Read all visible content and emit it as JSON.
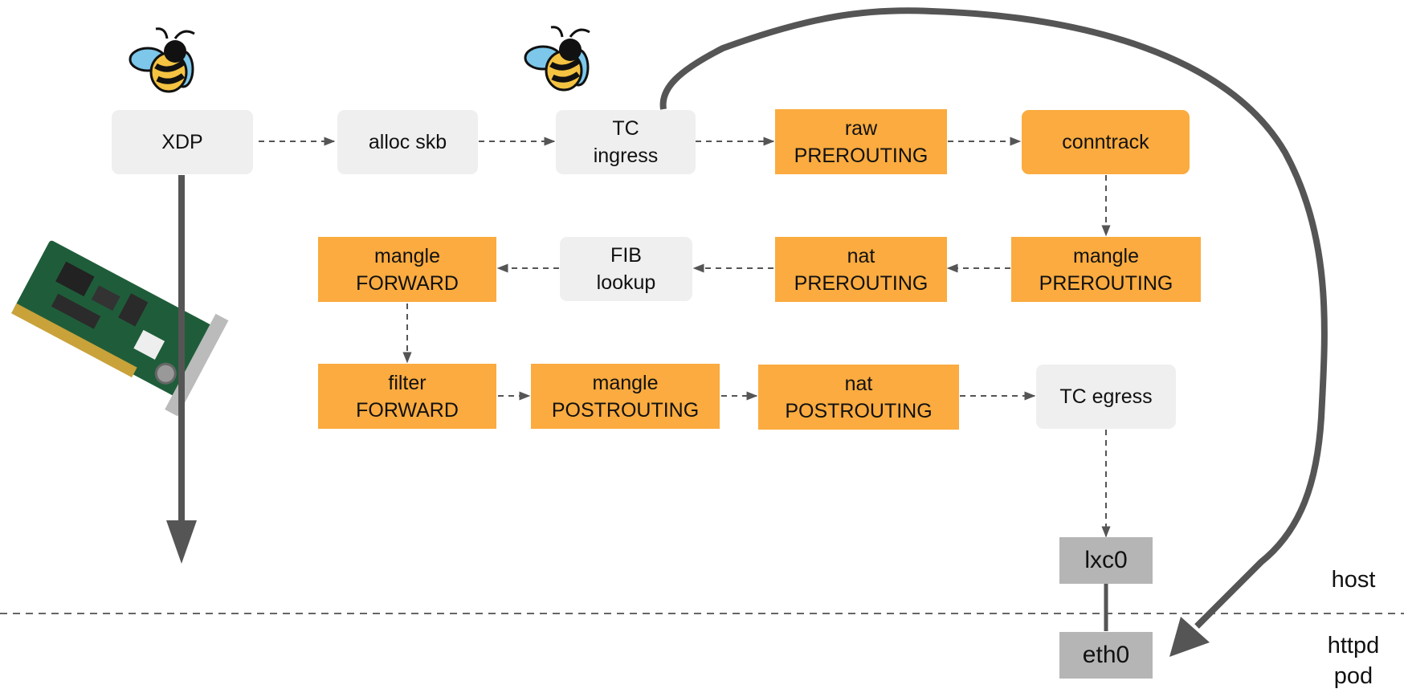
{
  "diagram": {
    "nodes": {
      "xdp": {
        "lines": [
          "XDP"
        ]
      },
      "alloc_skb": {
        "lines": [
          "alloc skb"
        ]
      },
      "tc_ingress": {
        "lines": [
          "TC",
          "ingress"
        ]
      },
      "raw_prerouting": {
        "lines": [
          "raw",
          "PREROUTING"
        ]
      },
      "conntrack": {
        "lines": [
          "conntrack"
        ]
      },
      "mangle_prerouting": {
        "lines": [
          "mangle",
          "PREROUTING"
        ]
      },
      "nat_prerouting": {
        "lines": [
          "nat",
          "PREROUTING"
        ]
      },
      "fib_lookup": {
        "lines": [
          "FIB",
          "lookup"
        ]
      },
      "mangle_forward": {
        "lines": [
          "mangle",
          "FORWARD"
        ]
      },
      "filter_forward": {
        "lines": [
          "filter",
          "FORWARD"
        ]
      },
      "mangle_postrouting": {
        "lines": [
          "mangle",
          "POSTROUTING"
        ]
      },
      "nat_postrouting": {
        "lines": [
          "nat",
          "POSTROUTING"
        ]
      },
      "tc_egress": {
        "lines": [
          "TC egress"
        ]
      },
      "lxc0": {
        "lines": [
          "lxc0"
        ]
      },
      "eth0": {
        "lines": [
          "eth0"
        ]
      }
    },
    "edges": [
      {
        "from": "xdp",
        "to": "alloc_skb",
        "style": "dashed"
      },
      {
        "from": "alloc_skb",
        "to": "tc_ingress",
        "style": "dashed"
      },
      {
        "from": "tc_ingress",
        "to": "raw_prerouting",
        "style": "dashed"
      },
      {
        "from": "raw_prerouting",
        "to": "conntrack",
        "style": "dashed"
      },
      {
        "from": "conntrack",
        "to": "mangle_prerouting",
        "style": "dashed"
      },
      {
        "from": "mangle_prerouting",
        "to": "nat_prerouting",
        "style": "dashed"
      },
      {
        "from": "nat_prerouting",
        "to": "fib_lookup",
        "style": "dashed"
      },
      {
        "from": "fib_lookup",
        "to": "mangle_forward",
        "style": "dashed"
      },
      {
        "from": "mangle_forward",
        "to": "filter_forward",
        "style": "dashed"
      },
      {
        "from": "filter_forward",
        "to": "mangle_postrouting",
        "style": "dashed"
      },
      {
        "from": "mangle_postrouting",
        "to": "nat_postrouting",
        "style": "dashed"
      },
      {
        "from": "nat_postrouting",
        "to": "tc_egress",
        "style": "dashed"
      },
      {
        "from": "tc_egress",
        "to": "lxc0",
        "style": "dashed"
      },
      {
        "from": "lxc0",
        "to": "eth0",
        "style": "solid"
      },
      {
        "from": "xdp",
        "to": "drop",
        "style": "bold"
      },
      {
        "from": "tc_ingress",
        "to": "eth0",
        "style": "bold-curved"
      }
    ],
    "labels": {
      "host": "host",
      "pod_lines": [
        "httpd",
        "pod"
      ]
    },
    "icons": [
      "bee-icon",
      "bee-icon",
      "network-card-image"
    ],
    "colors": {
      "kernel_box": "#efefef",
      "iptables_box": "#fbab3f",
      "interface_box": "#b5b5b5",
      "bold_arrow": "#555555",
      "dashed_arrow": "#555555"
    }
  }
}
